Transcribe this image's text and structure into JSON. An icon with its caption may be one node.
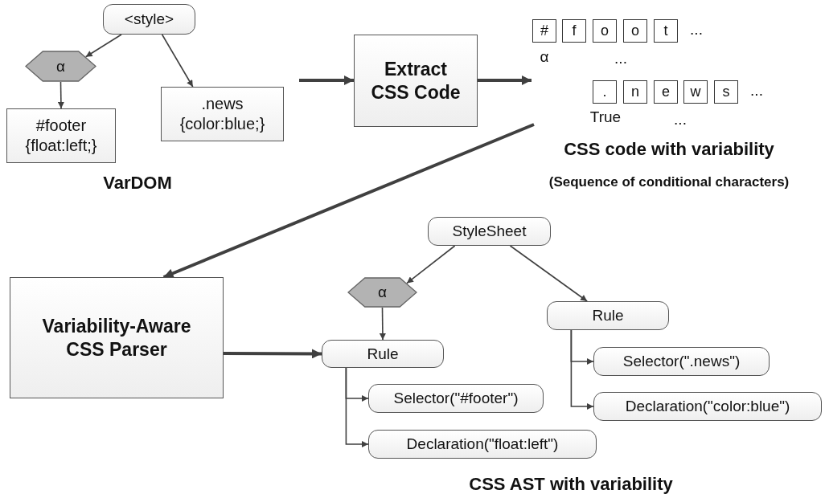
{
  "diagram": {
    "nodes": [
      {
        "text": [
          "<style>"
        ]
      },
      {
        "text": [
          "α"
        ]
      },
      {
        "text": [
          "#footer {float:left;}"
        ]
      },
      {
        "text": [
          ".news {color:blue;}"
        ]
      },
      {
        "text": [
          "Extract CSS Code"
        ]
      },
      {
        "text": [
          "#"
        ]
      },
      {
        "text": [
          "f"
        ]
      },
      {
        "text": [
          "o"
        ]
      },
      {
        "text": [
          "o"
        ]
      },
      {
        "text": [
          "t"
        ]
      },
      {
        "text": [
          "."
        ]
      },
      {
        "text": [
          "n"
        ]
      },
      {
        "text": [
          "e"
        ]
      },
      {
        "text": [
          "w"
        ]
      },
      {
        "text": [
          "s"
        ]
      },
      {
        "text": [
          "Variability-Aware CSS Parser"
        ]
      },
      {
        "text": [
          "StyleSheet"
        ]
      },
      {
        "text": [
          "α"
        ]
      },
      {
        "text": [
          "Rule"
        ]
      },
      {
        "text": [
          "Selector(\"#footer\")"
        ]
      },
      {
        "text": [
          "Declaration(\"float:left\")"
        ]
      },
      {
        "text": [
          "Rule"
        ]
      },
      {
        "text": [
          "Selector(\".news\")"
        ]
      },
      {
        "text": [
          "Declaration(\"color:blue\")"
        ]
      }
    ],
    "edges": [
      {
        "from": 0,
        "to": 1,
        "arrow": "to"
      },
      {
        "from": 1,
        "to": 2,
        "arrow": "to"
      },
      {
        "from": 0,
        "to": 3,
        "arrow": "to"
      },
      {
        "from": null,
        "to": 4,
        "arrow": "to",
        "style": "thick"
      },
      {
        "from": 4,
        "to": null,
        "arrow": "to",
        "style": "thick"
      },
      {
        "from": null,
        "to": 15,
        "arrow": "to",
        "style": "thick"
      },
      {
        "from": 15,
        "to": 18,
        "arrow": "to",
        "style": "thick"
      },
      {
        "from": 16,
        "to": 17,
        "arrow": "to"
      },
      {
        "from": 16,
        "to": 21,
        "arrow": "to"
      },
      {
        "from": 17,
        "to": 18,
        "arrow": "to"
      },
      {
        "from": 18,
        "to": 19,
        "arrow": "to"
      },
      {
        "from": 18,
        "to": 20,
        "arrow": "to"
      },
      {
        "from": 21,
        "to": 22,
        "arrow": "to"
      },
      {
        "from": 21,
        "to": 23,
        "arrow": "to"
      }
    ],
    "labels": [
      "VarDOM",
      "...",
      "α",
      "...",
      "...",
      "True",
      "...",
      "CSS code with variability",
      "(Sequence of conditional characters)",
      "CSS AST with variability"
    ]
  }
}
